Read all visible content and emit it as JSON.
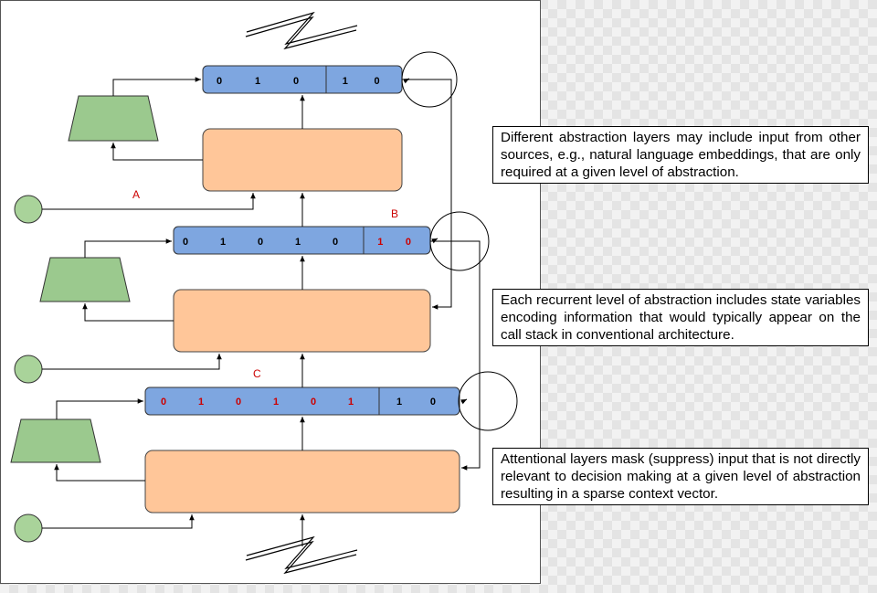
{
  "colors": {
    "vector_fill": "#7ea6e0",
    "vector_stroke": "#333333",
    "block_fill": "#ffc699",
    "block_stroke": "#444444",
    "trapezoid_fill": "#9bc98e",
    "circle_fill": "#a9d39a",
    "red_bit": "#cc0000",
    "black_bit": "#000000",
    "label_red": "#cc0000"
  },
  "vectors": {
    "top": {
      "red": [],
      "black": [
        "0",
        "1",
        "0"
      ],
      "state": [
        "1",
        "0"
      ],
      "state_red": false
    },
    "middle": {
      "red": [],
      "black": [
        "0",
        "1",
        "0",
        "1",
        "0"
      ],
      "state": [
        "1",
        "0"
      ],
      "state_red": true
    },
    "bottom": {
      "red": [
        "0",
        "1",
        "0",
        "1",
        "0",
        "1"
      ],
      "black": [],
      "state": [
        "1",
        "0"
      ],
      "state_red": false
    }
  },
  "labels": {
    "a": "A",
    "b": "B",
    "c": "C"
  },
  "notes": {
    "input_sources": "Different abstraction layers may include input from other sources, e.g., natural language embeddings, that are only required at a given level of abstraction.",
    "recurrent_state": "Each recurrent level of abstraction includes state variables encoding information that would typically appear on the call stack in conventional architecture.",
    "attention_mask": "Attentional layers mask (suppress) input that is not directly relevant to decision making at a given level of abstraction resulting in a sparse context vector."
  }
}
